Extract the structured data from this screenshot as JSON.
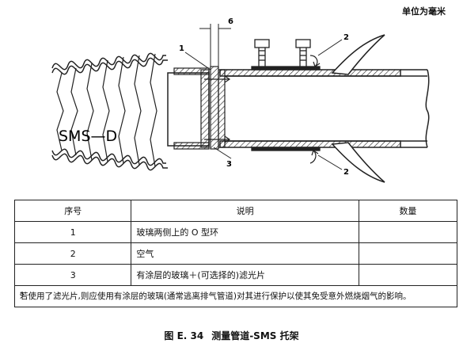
{
  "unit_note": "单位为毫米",
  "figure": {
    "sms_label": "SMS—D",
    "dimension": "6",
    "callouts": [
      "1",
      "2",
      "2",
      "3"
    ]
  },
  "table": {
    "headers": [
      "序号",
      "说明",
      "数量"
    ],
    "rows": [
      {
        "no": "1",
        "desc": "玻璃两侧上的 O 型环",
        "qty": ""
      },
      {
        "no": "2",
        "desc": "空气",
        "qty": ""
      },
      {
        "no": "3",
        "desc": "有涂层的玻璃＋(可选择的)滤光片",
        "qty": ""
      }
    ],
    "footnote_mark": "a",
    "footnote": "若使用了滤光片,则应使用有涂层的玻璃(通常逃离排气管道)对其进行保护以使其免受意外燃烧烟气的影响。"
  },
  "caption": {
    "number": "图 E. 34",
    "title": "测量管道-SMS 托架"
  }
}
